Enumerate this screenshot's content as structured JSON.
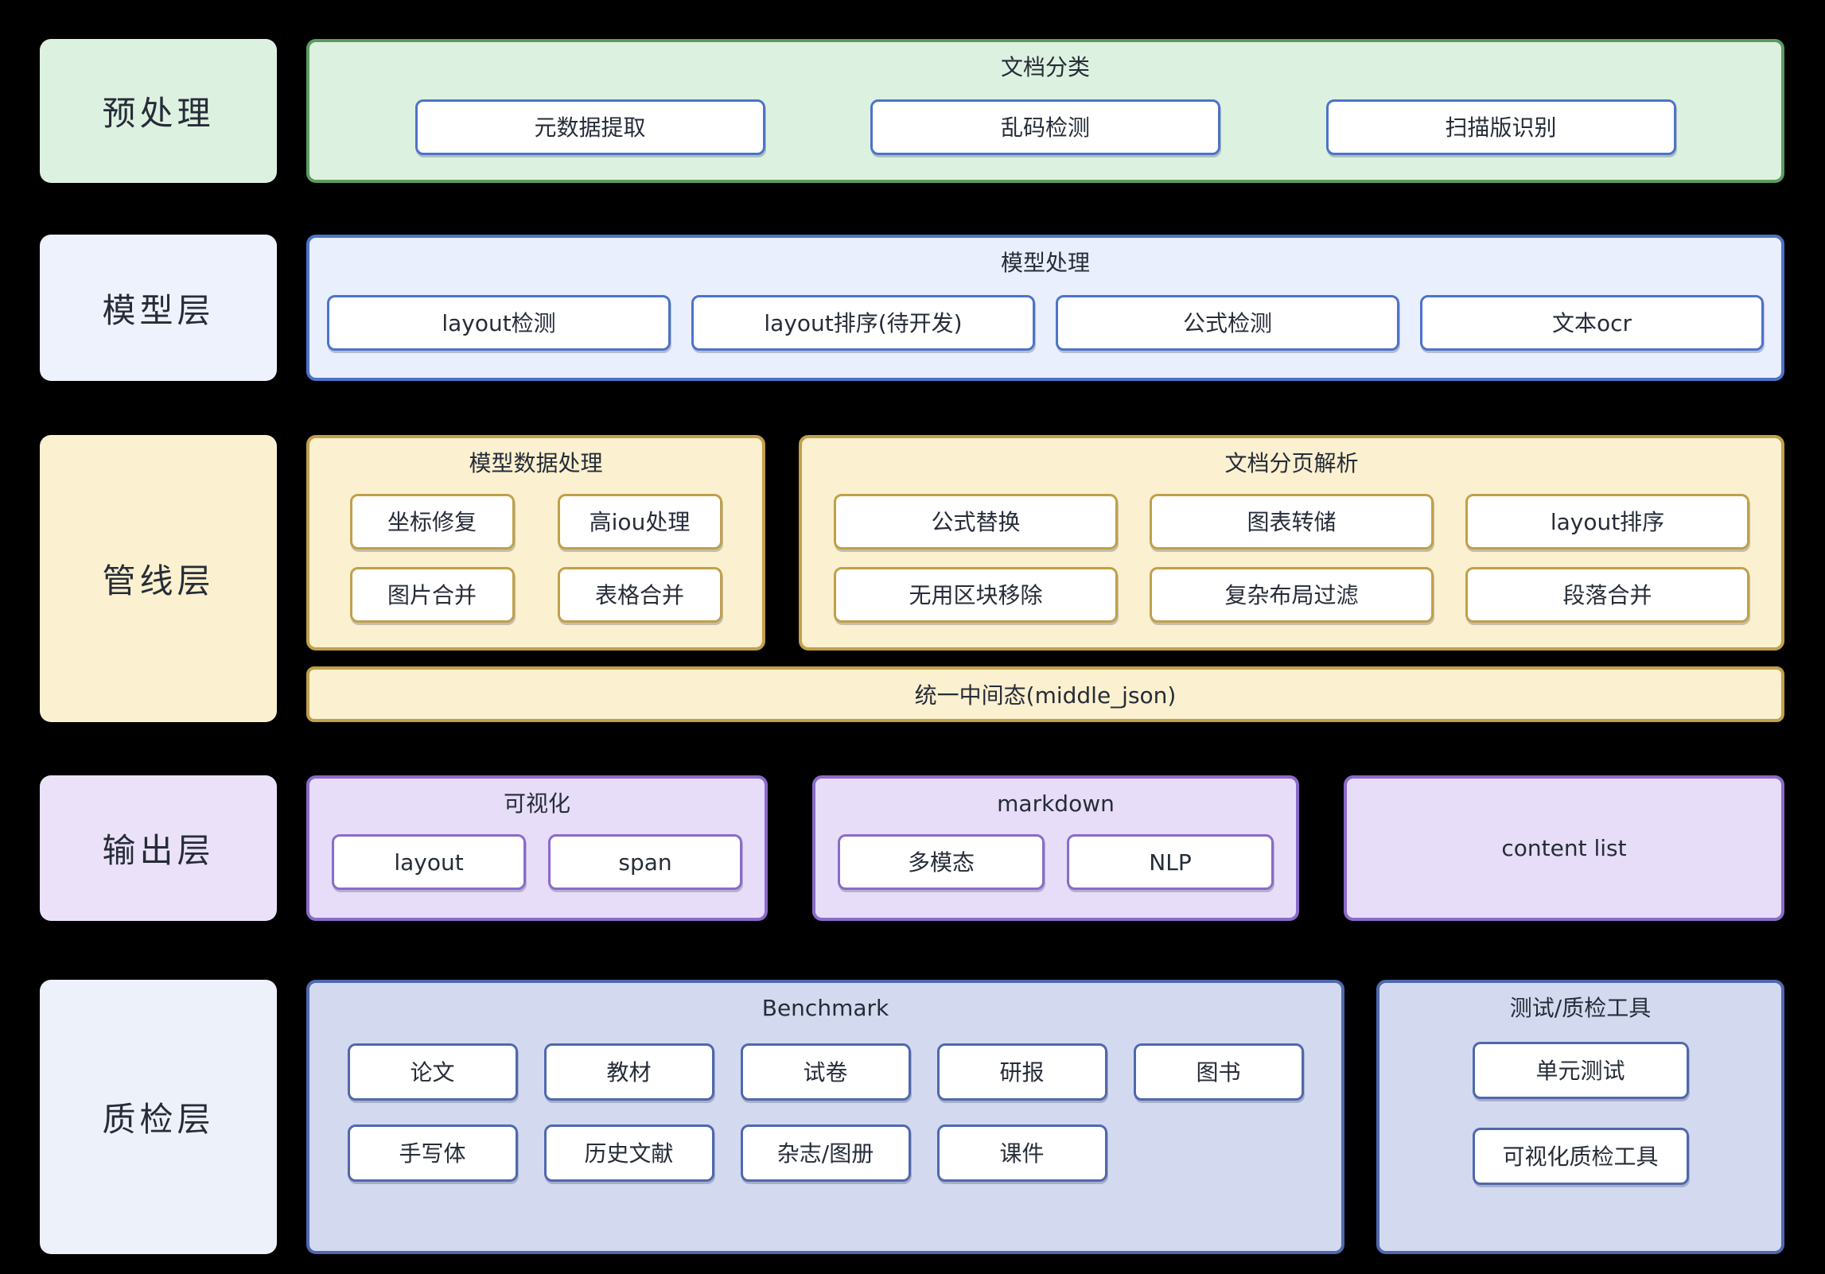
{
  "colors": {
    "background": "#000000",
    "text": "#262c38",
    "green_border": "#5b9b61",
    "green_fill": "#ddf1e0",
    "blue_border": "#4d73c9",
    "blue_fill": "#e9effc",
    "blue_label_fill": "#eef2fc",
    "yellow_border": "#c0a049",
    "yellow_fill": "#fbf0cf",
    "purple_border": "#8a6bc9",
    "purple_fill": "#e7ddf8",
    "purple_label_fill": "#ebe2fa",
    "indigo_border": "#4f68ae",
    "indigo_fill": "#d3daf0",
    "qc_label_fill": "#edf1f9",
    "button_fill": "#ffffff"
  },
  "layers": {
    "preprocess": {
      "label": "预处理",
      "group": {
        "title": "文档分类",
        "nodes": [
          "元数据提取",
          "乱码检测",
          "扫描版识别"
        ]
      }
    },
    "model": {
      "label": "模型层",
      "group": {
        "title": "模型处理",
        "nodes": [
          "layout检测",
          "layout排序(待开发)",
          "公式检测",
          "文本ocr"
        ]
      }
    },
    "pipeline": {
      "label": "管线层",
      "model_data_group": {
        "title": "模型数据处理",
        "nodes": [
          "坐标修复",
          "高iou处理",
          "图片合并",
          "表格合并"
        ]
      },
      "page_parse_group": {
        "title": "文档分页解析",
        "nodes": [
          "公式替换",
          "图表转储",
          "layout排序",
          "无用区块移除",
          "复杂布局过滤",
          "段落合并"
        ]
      },
      "bar": "统一中间态(middle_json)"
    },
    "output": {
      "label": "输出层",
      "visualization_group": {
        "title": "可视化",
        "nodes": [
          "layout",
          "span"
        ]
      },
      "markdown_group": {
        "title": "markdown",
        "nodes": [
          "多模态",
          "NLP"
        ]
      },
      "content_list_label": "content list"
    },
    "qc": {
      "label": "质检层",
      "benchmark_group": {
        "title": "Benchmark",
        "nodes": [
          "论文",
          "教材",
          "试卷",
          "研报",
          "图书",
          "手写体",
          "历史文献",
          "杂志/图册",
          "课件"
        ]
      },
      "tools_group": {
        "title": "测试/质检工具",
        "nodes": [
          "单元测试",
          "可视化质检工具"
        ]
      }
    }
  }
}
